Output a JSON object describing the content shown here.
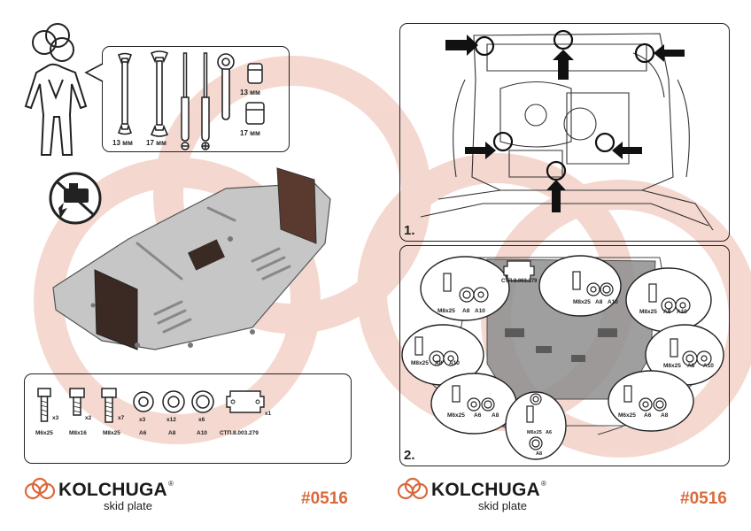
{
  "colors": {
    "accent": "#d9693b",
    "watermark": "#f2cfc4",
    "plate": "#c4c4c4",
    "bracket": "#5a3a2e"
  },
  "tools": {
    "wrench_labels": [
      "13 мм",
      "17 мм"
    ],
    "socket_labels": [
      "13 мм",
      "17 мм"
    ]
  },
  "hardware": {
    "bolts": [
      {
        "label": "M6x25",
        "qty": "x3"
      },
      {
        "label": "M8x16",
        "qty": "x2"
      },
      {
        "label": "M8x25",
        "qty": "x7"
      }
    ],
    "washers": [
      {
        "label": "A6",
        "qty": "x3"
      },
      {
        "label": "A8",
        "qty": "x12"
      },
      {
        "label": "A10",
        "qty": "x6"
      }
    ],
    "part": {
      "label": "СТП.8.003.279",
      "qty": "x1"
    }
  },
  "steps": {
    "step1": "1.",
    "step2": "2."
  },
  "diagram2": {
    "part_callout": "СТП.8.003.279",
    "callouts": [
      {
        "bolt": "M8x25",
        "w1": "A8",
        "w2": "A10"
      },
      {
        "bolt": "M8x25",
        "w1": "A8",
        "w2": "A10"
      },
      {
        "bolt": "M8x25",
        "w1": "A8",
        "w2": "A10"
      },
      {
        "bolt": "M8x25",
        "w1": "A8",
        "w2": "A10"
      },
      {
        "bolt": "M8x25",
        "w1": "A8",
        "w2": "A10"
      },
      {
        "bolt": "M6x25",
        "w1": "A6",
        "w2": "A8"
      },
      {
        "bolt": "M6x25",
        "w1": "A6",
        "w2": "A8"
      },
      {
        "bolt": "M6x25",
        "w1": "A6",
        "w2": "A8"
      }
    ]
  },
  "brand": {
    "name": "KOLCHUGA",
    "reg": "®",
    "sub": "skid plate",
    "code": "#0516"
  }
}
